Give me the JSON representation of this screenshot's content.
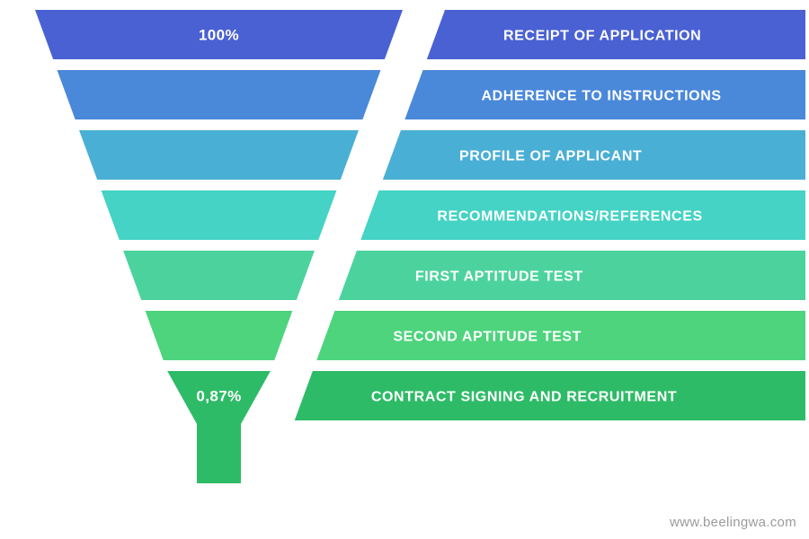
{
  "chart_data": {
    "type": "funnel",
    "title": "",
    "legend": "none",
    "stages": [
      {
        "label": "RECEIPT OF APPLICATION",
        "value": "100%",
        "color": "#4a61d4"
      },
      {
        "label": "ADHERENCE TO INSTRUCTIONS",
        "value": "",
        "color": "#4a88da"
      },
      {
        "label": "PROFILE OF APPLICANT",
        "value": "",
        "color": "#4aafd5"
      },
      {
        "label": "RECOMMENDATIONS/REFERENCES",
        "value": "",
        "color": "#44d3c4"
      },
      {
        "label": "FIRST APTITUDE TEST",
        "value": "",
        "color": "#4cd39d"
      },
      {
        "label": "SECOND APTITUDE TEST",
        "value": "",
        "color": "#4dd47d"
      },
      {
        "label": "CONTRACT SIGNING AND RECRUITMENT",
        "value": "0,87%",
        "color": "#2ebb67"
      }
    ]
  },
  "footer": {
    "url": "www.beelingwa.com"
  },
  "colors": {
    "background": "#ffffff",
    "label_text": "#ffffff",
    "footer_text": "#9b9b9b"
  }
}
